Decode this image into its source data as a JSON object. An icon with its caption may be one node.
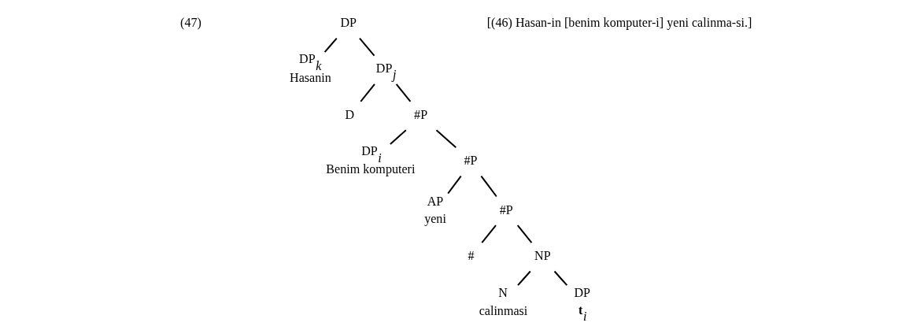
{
  "diagram": {
    "nodes": [
      {
        "text": [
          "DP"
        ]
      },
      {
        "text": [
          "DP$_{k}$",
          "Hasanin"
        ]
      },
      {
        "text": [
          "DP$_{j}$"
        ]
      },
      {
        "text": [
          "D"
        ]
      },
      {
        "text": [
          "#P"
        ]
      },
      {
        "text": [
          "DP$_{i}$",
          "Benim komputeri"
        ]
      },
      {
        "text": [
          "#P"
        ]
      },
      {
        "text": [
          "AP",
          "yeni"
        ]
      },
      {
        "text": [
          "#P"
        ]
      },
      {
        "text": [
          "#"
        ]
      },
      {
        "text": [
          "NP"
        ]
      },
      {
        "text": [
          "N",
          "calinmasi"
        ]
      },
      {
        "text": [
          "DP",
          "**t**$_{i}$"
        ]
      }
    ],
    "edges": [
      {
        "from": 0,
        "to": 1,
        "arrow": "none"
      },
      {
        "from": 0,
        "to": 2,
        "arrow": "none"
      },
      {
        "from": 2,
        "to": 3,
        "arrow": "none"
      },
      {
        "from": 2,
        "to": 4,
        "arrow": "none"
      },
      {
        "from": 4,
        "to": 5,
        "arrow": "none"
      },
      {
        "from": 4,
        "to": 6,
        "arrow": "none"
      },
      {
        "from": 6,
        "to": 7,
        "arrow": "none"
      },
      {
        "from": 6,
        "to": 8,
        "arrow": "none"
      },
      {
        "from": 8,
        "to": 9,
        "arrow": "none"
      },
      {
        "from": 8,
        "to": 10,
        "arrow": "none"
      },
      {
        "from": 10,
        "to": 11,
        "arrow": "none"
      },
      {
        "from": 10,
        "to": 12,
        "arrow": "none"
      }
    ],
    "labels": [
      "(47)",
      "[(46) Hasan-in [benim komputer-i] yeni calinma-si.]"
    ]
  }
}
